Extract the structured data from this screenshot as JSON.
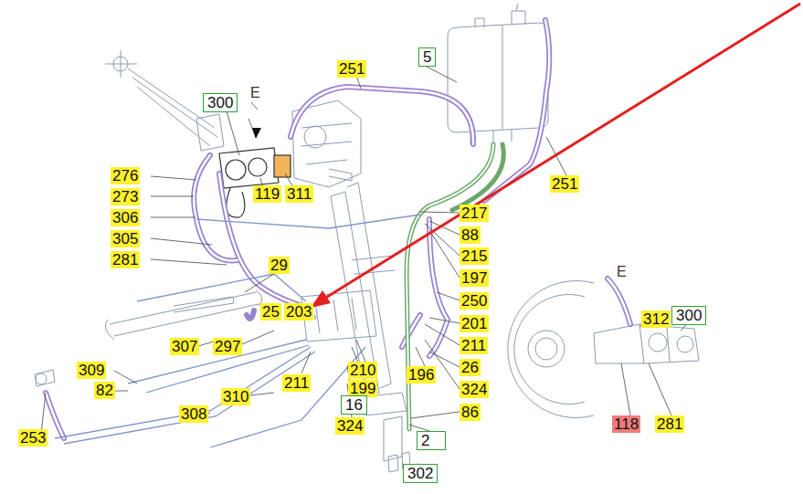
{
  "diagram": {
    "labels": [
      "300",
      "E",
      "251",
      "5",
      "251",
      "276",
      "273",
      "306",
      "305",
      "281",
      "119",
      "311",
      "29",
      "217",
      "88",
      "215",
      "197",
      "250",
      "201",
      "211",
      "26",
      "324",
      "86",
      "25",
      "203",
      "297",
      "307",
      "309",
      "82",
      "253",
      "308",
      "310",
      "211",
      "210",
      "199",
      "16",
      "324",
      "196",
      "2",
      "302",
      "E",
      "312",
      "300",
      "118",
      "281"
    ]
  }
}
